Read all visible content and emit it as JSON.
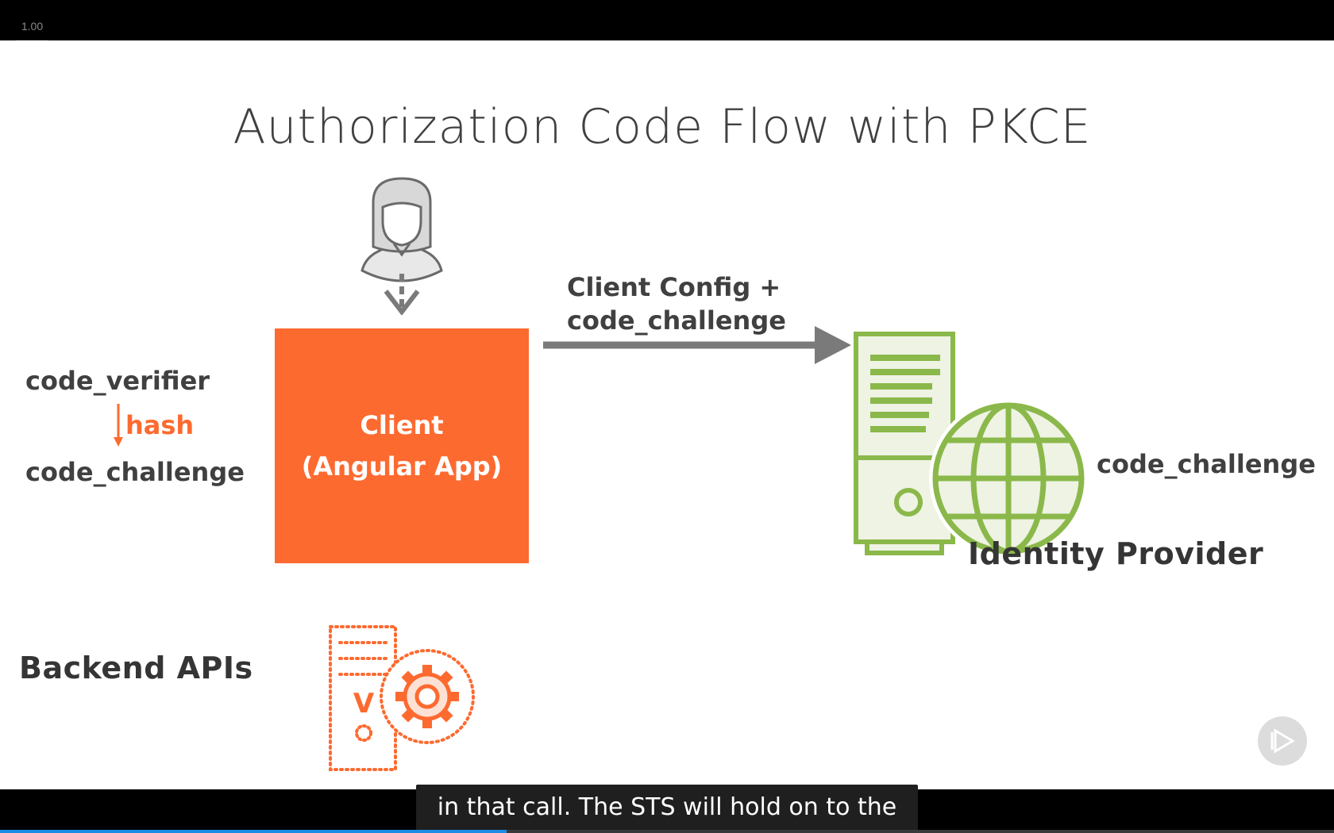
{
  "player": {
    "speed": "1.00",
    "caption": "in that call. The STS will hold on to the",
    "progress_fraction": 0.38
  },
  "slide": {
    "title": "Authorization Code Flow with PKCE",
    "client": {
      "line1": "Client",
      "line2": "(Angular App)"
    },
    "arrow_label": {
      "line1": "Client Config +",
      "line2": "code_challenge"
    },
    "left_notes": {
      "verifier": "code_verifier",
      "hash": "hash",
      "challenge": "code_challenge"
    },
    "idp": {
      "challenge": "code_challenge",
      "label": "Identity Provider"
    },
    "backend_label": "Backend APIs",
    "api_icon_letter": "V"
  },
  "colors": {
    "accent_orange": "#fd6a30",
    "idp_green": "#8bb84a",
    "text_dark": "#404040",
    "arrow_gray": "#7a7a7a",
    "progress_blue": "#1b8ce6"
  },
  "icons": {
    "user": "user-icon",
    "server_globe": "server-globe-icon",
    "api_server_gear": "api-server-gear-icon",
    "play": "play-icon"
  }
}
